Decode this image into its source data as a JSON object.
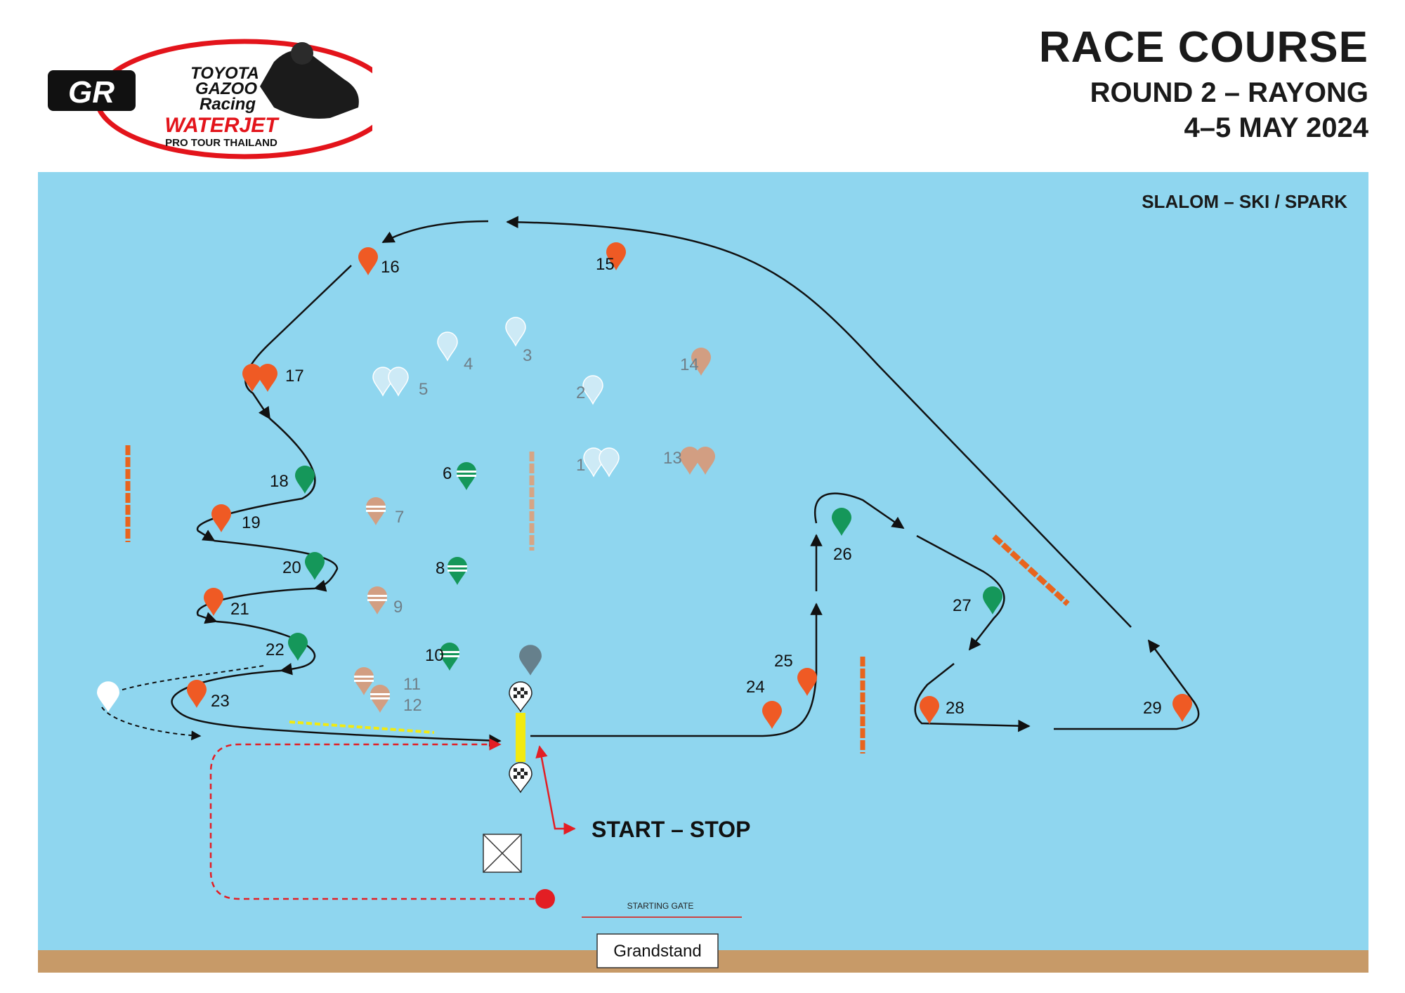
{
  "header": {
    "title": "RACE COURSE",
    "round": "ROUND 2 – RAYONG",
    "dates": "4–5 MAY 2024"
  },
  "logo": {
    "brand_lines": [
      "TOYOTA",
      "GAZOO",
      "Racing"
    ],
    "gr_mark": "GR",
    "event_name": "WATERJET",
    "event_sub": "PRO TOUR THAILAND"
  },
  "map": {
    "class_label": "SLALOM – SKI / SPARK",
    "start_stop_label": "START – STOP",
    "starting_gate_label": "STARTING GATE",
    "grandstand_label": "Grandstand",
    "buoy_numbers": [
      "1",
      "2",
      "3",
      "4",
      "5",
      "6",
      "7",
      "8",
      "9",
      "10",
      "11",
      "12",
      "13",
      "14",
      "15",
      "16",
      "17",
      "18",
      "19",
      "20",
      "21",
      "22",
      "23",
      "24",
      "25",
      "26",
      "27",
      "28",
      "29"
    ],
    "colors": {
      "water": "#8fd6ef",
      "shore": "#c79a68",
      "orange_buoy": "#ef5a24",
      "green_buoy": "#15975a",
      "light_blue_buoy": "#cdeaf6",
      "tan_buoy": "#d29e82",
      "barrier_orange": "#e8641e",
      "barrier_tan": "#d6a585",
      "start_line": "#f2ea10",
      "start_arrow": "#e31e24"
    }
  }
}
